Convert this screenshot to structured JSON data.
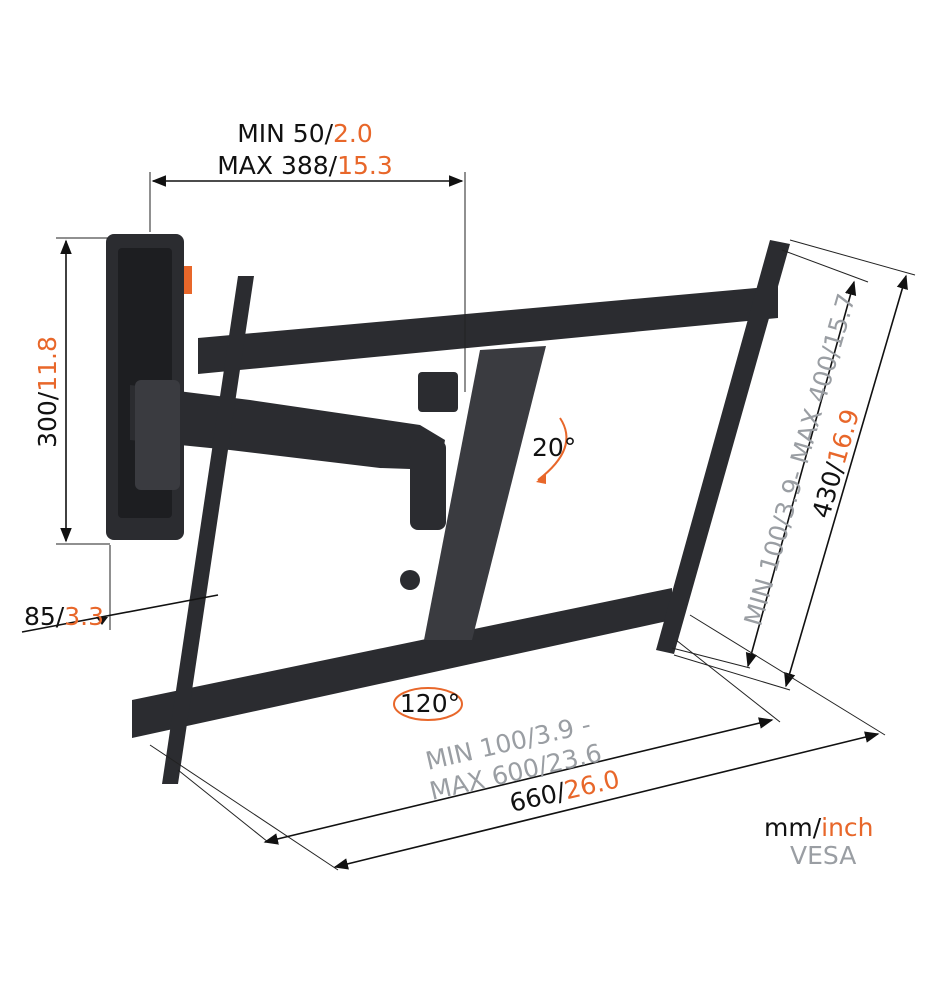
{
  "dimensions": {
    "arm_extension": {
      "min_mm": "MIN 50/",
      "min_in": "2.0",
      "max_mm": "MAX 388/",
      "max_in": "15.3"
    },
    "wall_plate_height": {
      "mm": "300/",
      "in": "11.8"
    },
    "wall_distance": {
      "mm": "85/",
      "in": "3.3"
    },
    "vesa_vertical": {
      "min_mm": "MIN 100/",
      "min_in": "3.9",
      "sep": "- ",
      "max_mm": "MAX 400/",
      "max_in": "15.7"
    },
    "total_height": {
      "mm": "430/",
      "in": "16.9"
    },
    "vesa_horizontal": {
      "min_mm": "MIN 100/",
      "min_in": "3.9 -",
      "max_mm": "MAX 600/",
      "max_in": "23.6"
    },
    "total_width": {
      "mm": "660/",
      "in": "26.0"
    }
  },
  "rotation": {
    "tilt": "20°",
    "swivel": "120°"
  },
  "legend": {
    "mm": "mm/",
    "inch": "inch",
    "vesa": "VESA"
  },
  "colors": {
    "accent": "#e8672a",
    "vesa_grey": "#9a9ea3",
    "metal": "#2b2c30"
  }
}
